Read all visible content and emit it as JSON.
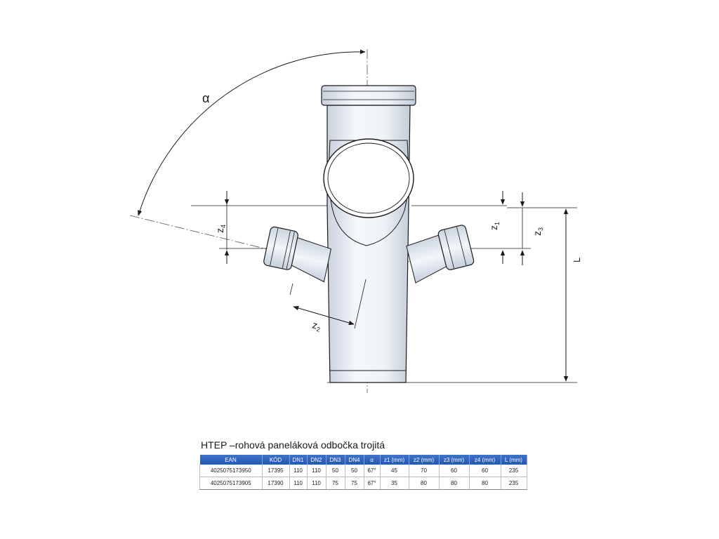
{
  "labels": {
    "alpha": "α",
    "z1": "z",
    "z1_sub": "1",
    "z2": "z",
    "z2_sub": "2",
    "z3": "z",
    "z3_sub": "3",
    "z4": "z",
    "z4_sub": "4",
    "L": "L"
  },
  "title": "HTEP –rohová paneláková odbočka trojitá",
  "table": {
    "headers": [
      "EAN",
      "KÓD",
      "DN1",
      "DN2",
      "DN3",
      "DN4",
      "α",
      "z1 (mm)",
      "z2 (mm)",
      "z3 (mm)",
      "z4 (mm)",
      "L (mm)"
    ],
    "rows": [
      [
        "4025075173950",
        "17395",
        "110",
        "110",
        "50",
        "50",
        "67°",
        "45",
        "70",
        "60",
        "60",
        "235"
      ],
      [
        "4025075173905",
        "17390",
        "110",
        "110",
        "75",
        "75",
        "67°",
        "35",
        "80",
        "80",
        "80",
        "235"
      ]
    ]
  },
  "colors": {
    "outline": "#1a1a1a",
    "pipe_fill": "#e6ebf2",
    "header_blue": "#2e63bd"
  }
}
